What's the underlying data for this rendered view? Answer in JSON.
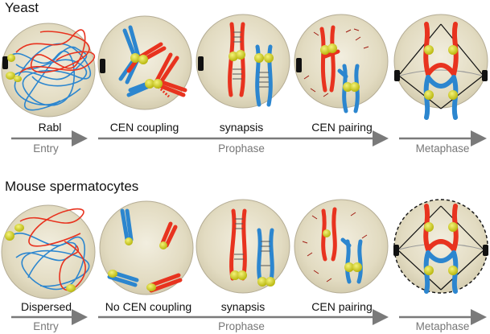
{
  "rows": [
    {
      "title": "Yeast",
      "stages": [
        "Rabl",
        "CEN coupling",
        "synapsis",
        "CEN pairing"
      ],
      "phases": [
        "Entry",
        "Prophase",
        "Metaphase"
      ]
    },
    {
      "title": "Mouse spermatocytes",
      "stages": [
        "Dispersed",
        "No CEN coupling",
        "synapsis",
        "CEN pairing"
      ],
      "phases": [
        "Entry",
        "Prophase",
        "Metaphase"
      ]
    }
  ],
  "colors": {
    "cell_fill": "#e3dcc2",
    "cell_stroke": "#b5ad95",
    "red_chromosome": "#e8331f",
    "blue_chromosome": "#2c86cf",
    "centromere": "#d4d21a",
    "spindle_pole": "#111111",
    "arrow": "#7a7a7a"
  }
}
